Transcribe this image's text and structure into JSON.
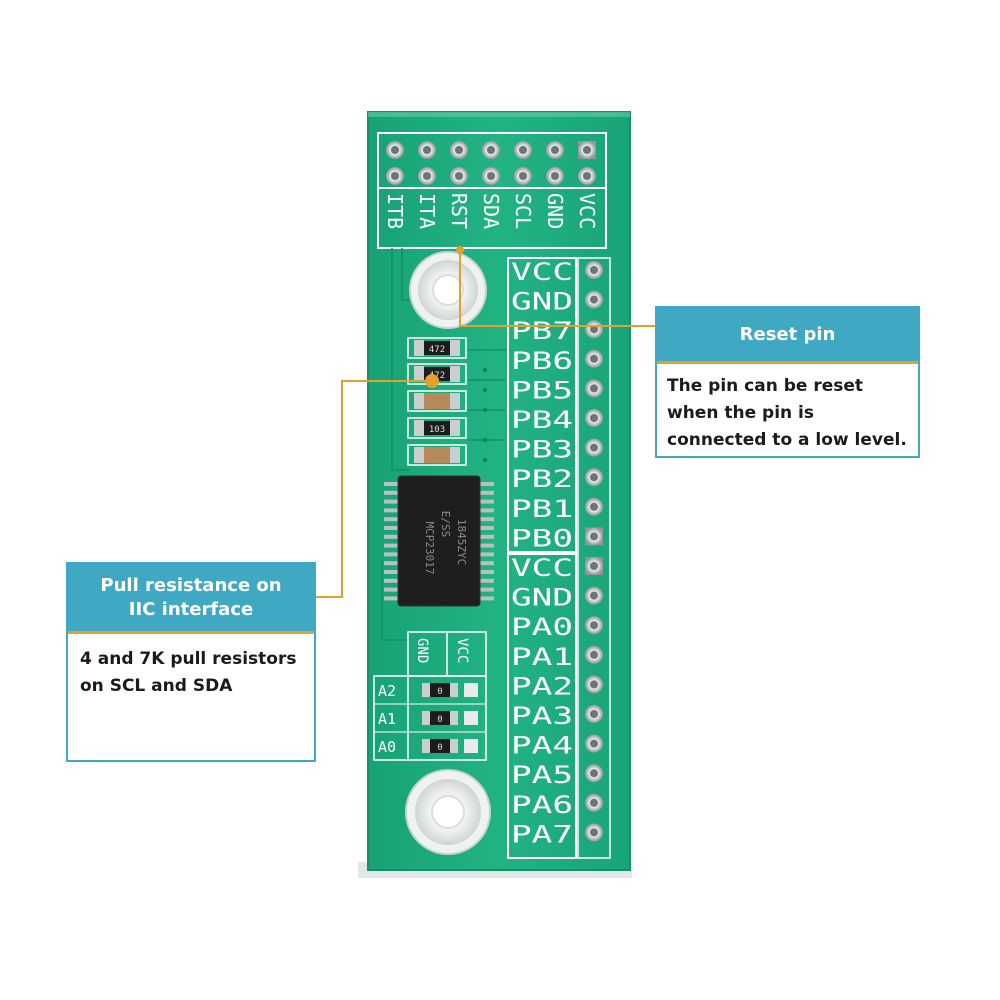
{
  "header_pins": [
    "ITB",
    "ITA",
    "RST",
    "SDA",
    "SCL",
    "GND",
    "VCC"
  ],
  "side_pins": [
    "VCC",
    "GND",
    "PB7",
    "PB6",
    "PB5",
    "PB4",
    "PB3",
    "PB2",
    "PB1",
    "PB0",
    "VCC",
    "GND",
    "PA0",
    "PA1",
    "PA2",
    "PA3",
    "PA4",
    "PA5",
    "PA6",
    "PA7"
  ],
  "address_pins": [
    "A2",
    "A1",
    "A0"
  ],
  "address_header": {
    "left": "GND",
    "right": "VCC"
  },
  "resistor_labels": [
    "472",
    "472",
    "103"
  ],
  "jumper_value": "0",
  "chip": {
    "line1": "MCP23017",
    "line2": "E/SS",
    "line3": "1845ZYC"
  },
  "reset_callout": {
    "title": "Reset pin",
    "body": "The pin can be reset\nwhen the pin is\nconnected to a low level."
  },
  "pull_callout": {
    "title": "Pull resistance on\nIIC interface",
    "body": "4 and 7K pull resistors\non SCL and SDA"
  },
  "colors": {
    "pcb": "#1ba87a",
    "accent": "#3fa9c4",
    "leader": "#e3a12c"
  }
}
